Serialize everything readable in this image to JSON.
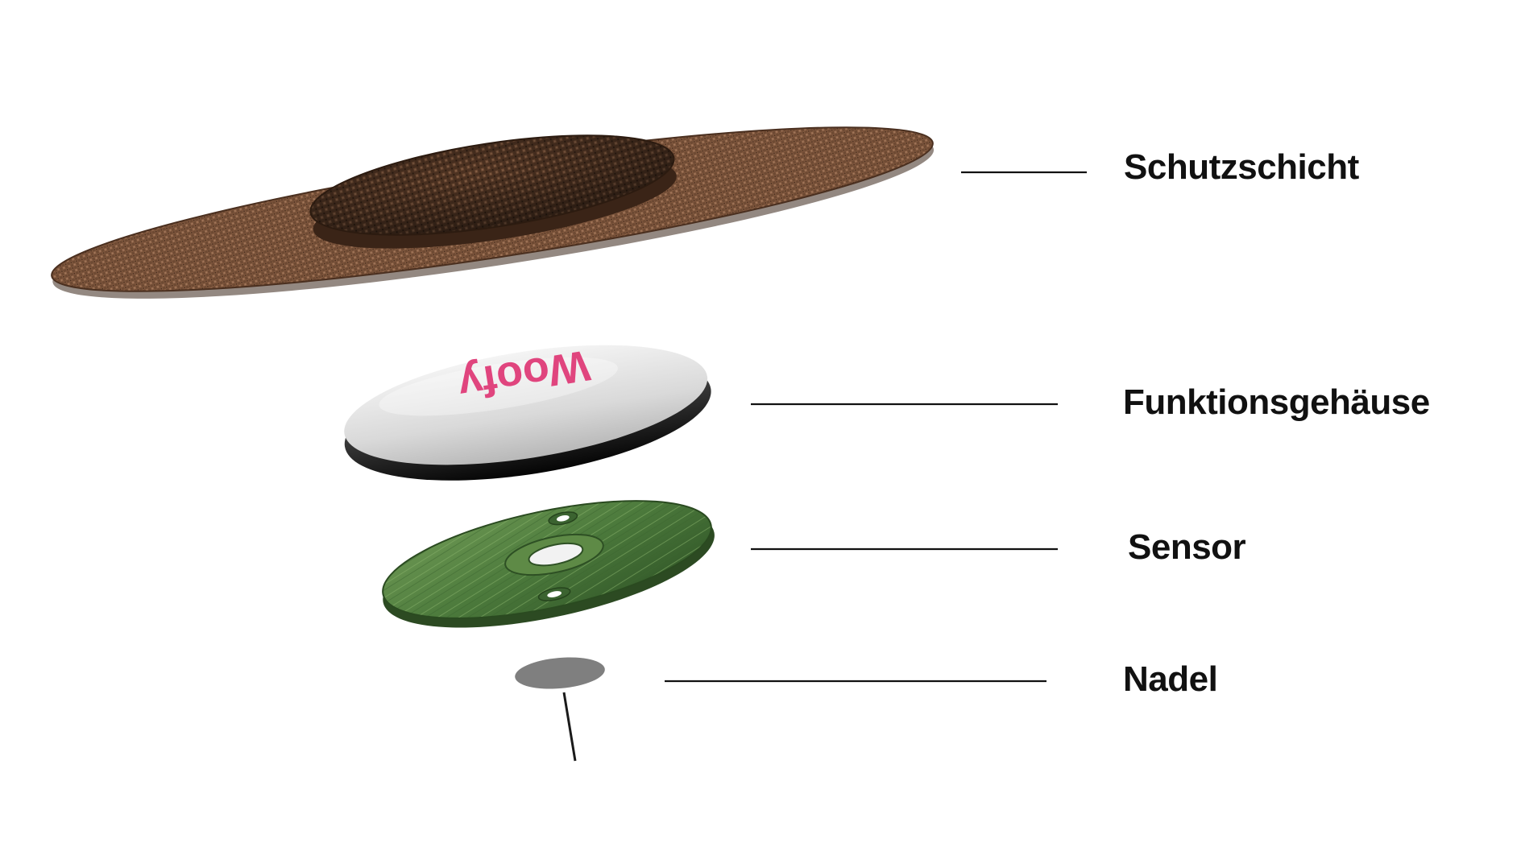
{
  "diagram": {
    "layers": [
      {
        "id": "schutzschicht",
        "label": "Schutzschicht",
        "color": "#7a5238"
      },
      {
        "id": "funktionsgehaeuse",
        "label": "Funktionsgehäuse",
        "color": "#e6e6e6",
        "logo_text": "Woofy",
        "logo_color": "#e0457e"
      },
      {
        "id": "sensor",
        "label": "Sensor",
        "color": "#4f7a3e"
      },
      {
        "id": "nadel",
        "label": "Nadel",
        "color": "#808080"
      }
    ]
  }
}
